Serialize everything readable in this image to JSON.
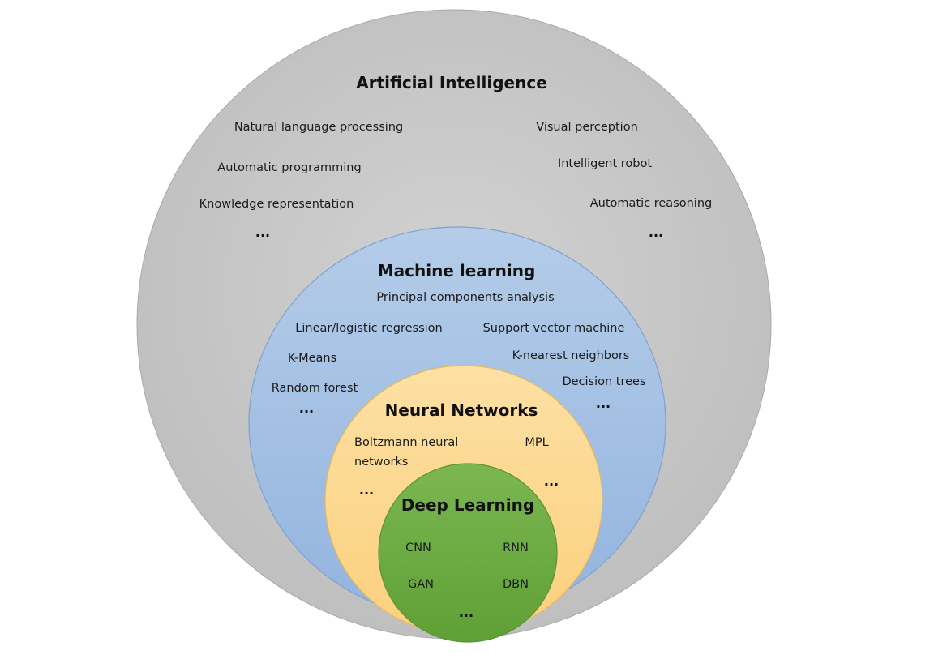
{
  "ai": {
    "title": "Artificial Intelligence",
    "items": [
      "Natural language processing",
      "Automatic programming",
      "Knowledge representation",
      "Visual perception",
      "Intelligent robot",
      "Automatic reasoning"
    ],
    "more_left": "...",
    "more_right": "..."
  },
  "ml": {
    "title": "Machine learning",
    "items": [
      "Principal components analysis",
      "Linear/logistic regression",
      "Support vector machine",
      "K-Means",
      "K-nearest neighbors",
      "Random forest",
      "Decision trees"
    ],
    "more_left": "...",
    "more_right": "..."
  },
  "nn": {
    "title": "Neural Networks",
    "boltzmann_line1": "Boltzmann neural",
    "boltzmann_line2": "networks",
    "mpl": "MPL",
    "more_left": "...",
    "more_right": "..."
  },
  "dl": {
    "title": "Deep Learning",
    "items": [
      "CNN",
      "RNN",
      "GAN",
      "DBN"
    ],
    "more": "..."
  },
  "colors": {
    "ai_fill": "#c8c8c8",
    "ml_fill": "#a6c2e4",
    "nn_fill": "#fcd892",
    "dl_fill": "#6fac46"
  }
}
